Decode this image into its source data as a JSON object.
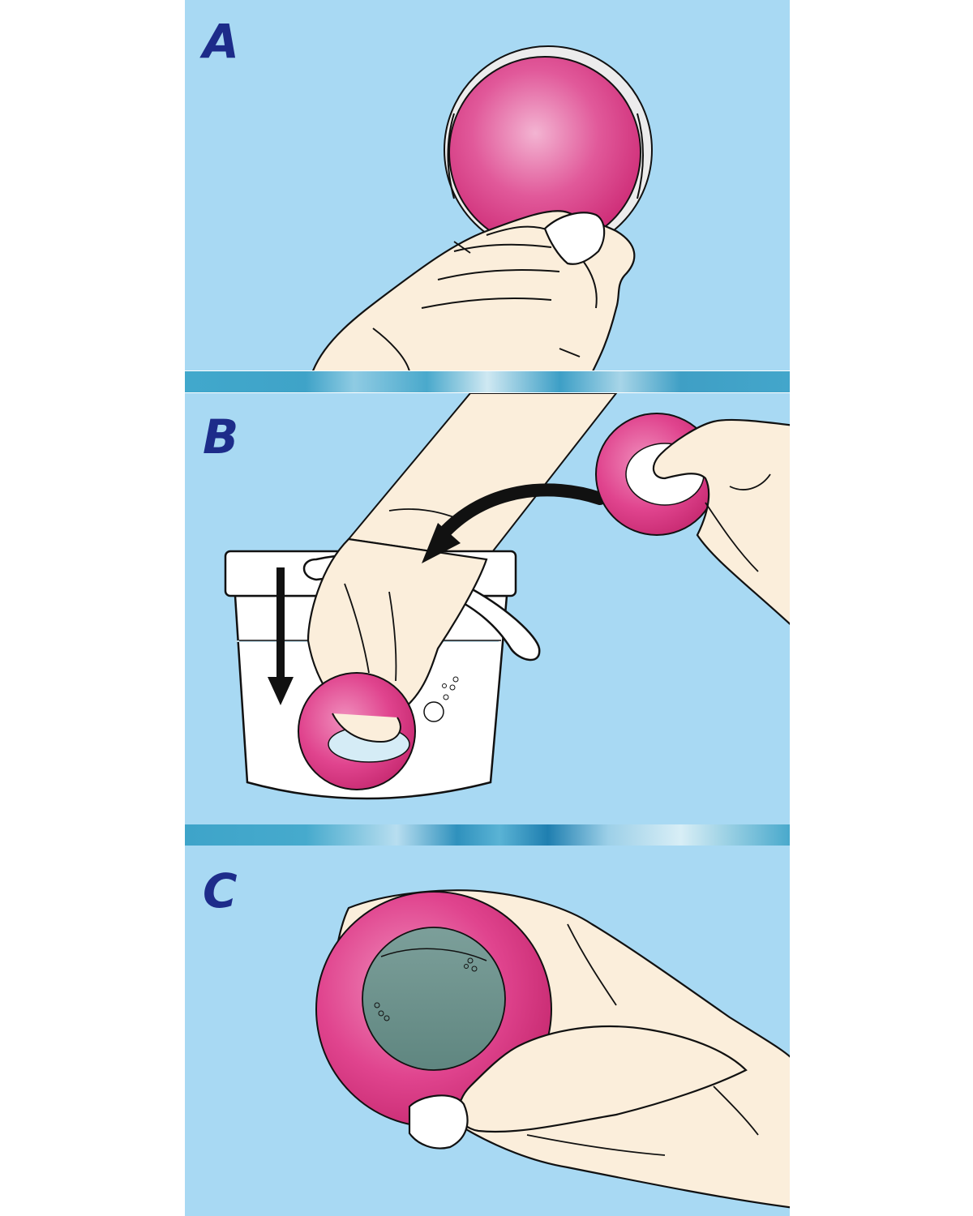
{
  "steps": [
    {
      "label": "A"
    },
    {
      "label": "B"
    },
    {
      "label": "C"
    }
  ],
  "colors": {
    "background": "#a8d9f3",
    "label": "#1d2c8a",
    "ball": "#e0468f",
    "skin": "#fbeedb",
    "water_inside": "#6f9590"
  },
  "icons": [
    "hand-icon",
    "ball-icon",
    "bucket-icon",
    "arrow-icon"
  ]
}
